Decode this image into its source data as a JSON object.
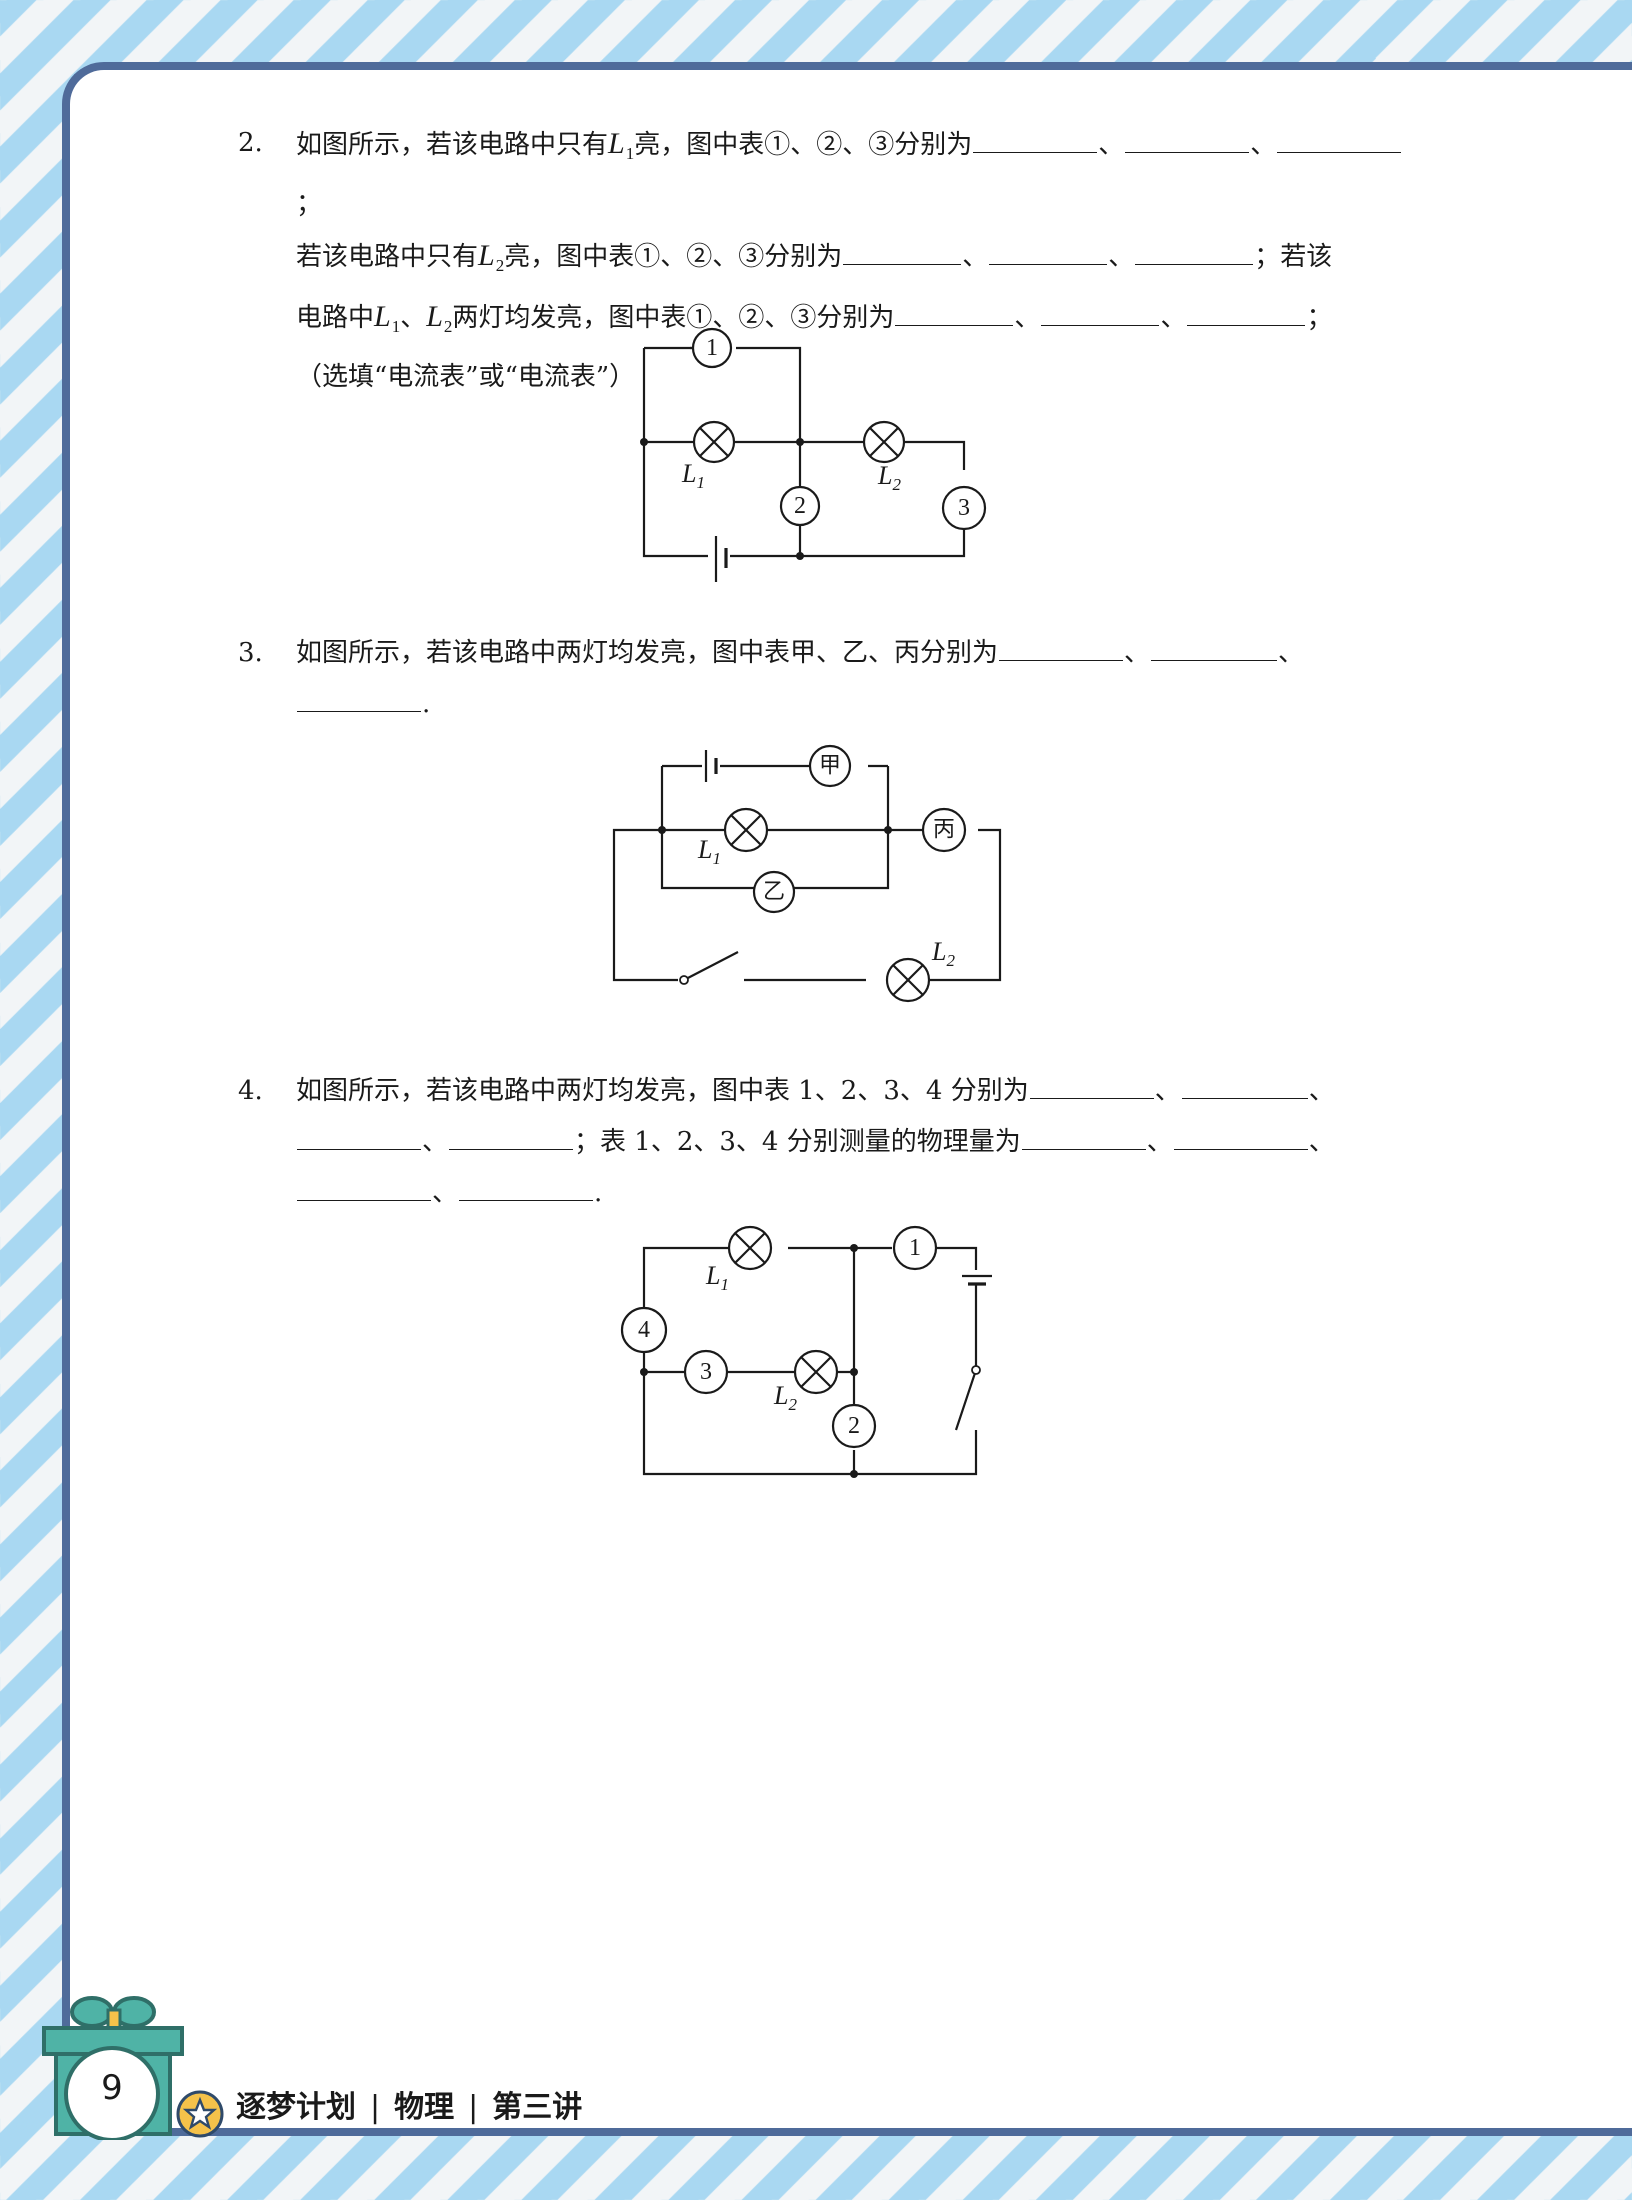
{
  "questions": [
    {
      "number": "2.",
      "line1_a": "如图所示，若该电路中只有",
      "line1_b": "亮，图中表①、②、③分别为",
      "line1_sep1": "、",
      "line1_sep2": "、",
      "line1_end": "；",
      "line2_a": "若该电路中只有",
      "line2_b": "亮，图中表①、②、③分别为",
      "line2_sep1": "、",
      "line2_sep2": "、",
      "line2_end": "；若该",
      "line3_a": "电路中",
      "line3_mid": "、",
      "line3_b": "两灯均发亮，图中表①、②、③分别为",
      "line3_sep1": "、",
      "line3_sep2": "、",
      "line3_end": "；",
      "line4": "（选填“电流表”或“电流表”）"
    },
    {
      "number": "3.",
      "line1": "如图所示，若该电路中两灯均发亮，图中表甲、乙、丙分别为",
      "sep1": "、",
      "sep2": "、",
      "end": "."
    },
    {
      "number": "4.",
      "line1": "如图所示，若该电路中两灯均发亮，图中表 1、2、3、4 分别为",
      "sep": "、",
      "mid": "；表 1、2、3、4 分别测量的物理量为",
      "end": "."
    }
  ],
  "symbols": {
    "L": "L",
    "sub1": "1",
    "sub2": "2"
  },
  "circuit1": {
    "meters": [
      "1",
      "2",
      "3"
    ],
    "lamps": [
      "L",
      "L"
    ],
    "lamp_subs": [
      "1",
      "2"
    ]
  },
  "circuit2": {
    "meters": [
      "甲",
      "乙",
      "丙"
    ],
    "lamps": [
      "L",
      "L"
    ],
    "lamp_subs": [
      "1",
      "2"
    ]
  },
  "circuit3": {
    "meters": [
      "1",
      "2",
      "3",
      "4"
    ],
    "lamps": [
      "L",
      "L"
    ],
    "lamp_subs": [
      "1",
      "2"
    ]
  },
  "footer": {
    "page_number": "9",
    "title_a": "逐梦计划",
    "divider": "|",
    "title_b": "物理",
    "title_c": "第三讲"
  },
  "colors": {
    "frame": "#4f6b9a",
    "stripe_blue": "#a9d8f2",
    "badge_teal": "#4fb3a6",
    "badge_yellow": "#f5c24a"
  }
}
